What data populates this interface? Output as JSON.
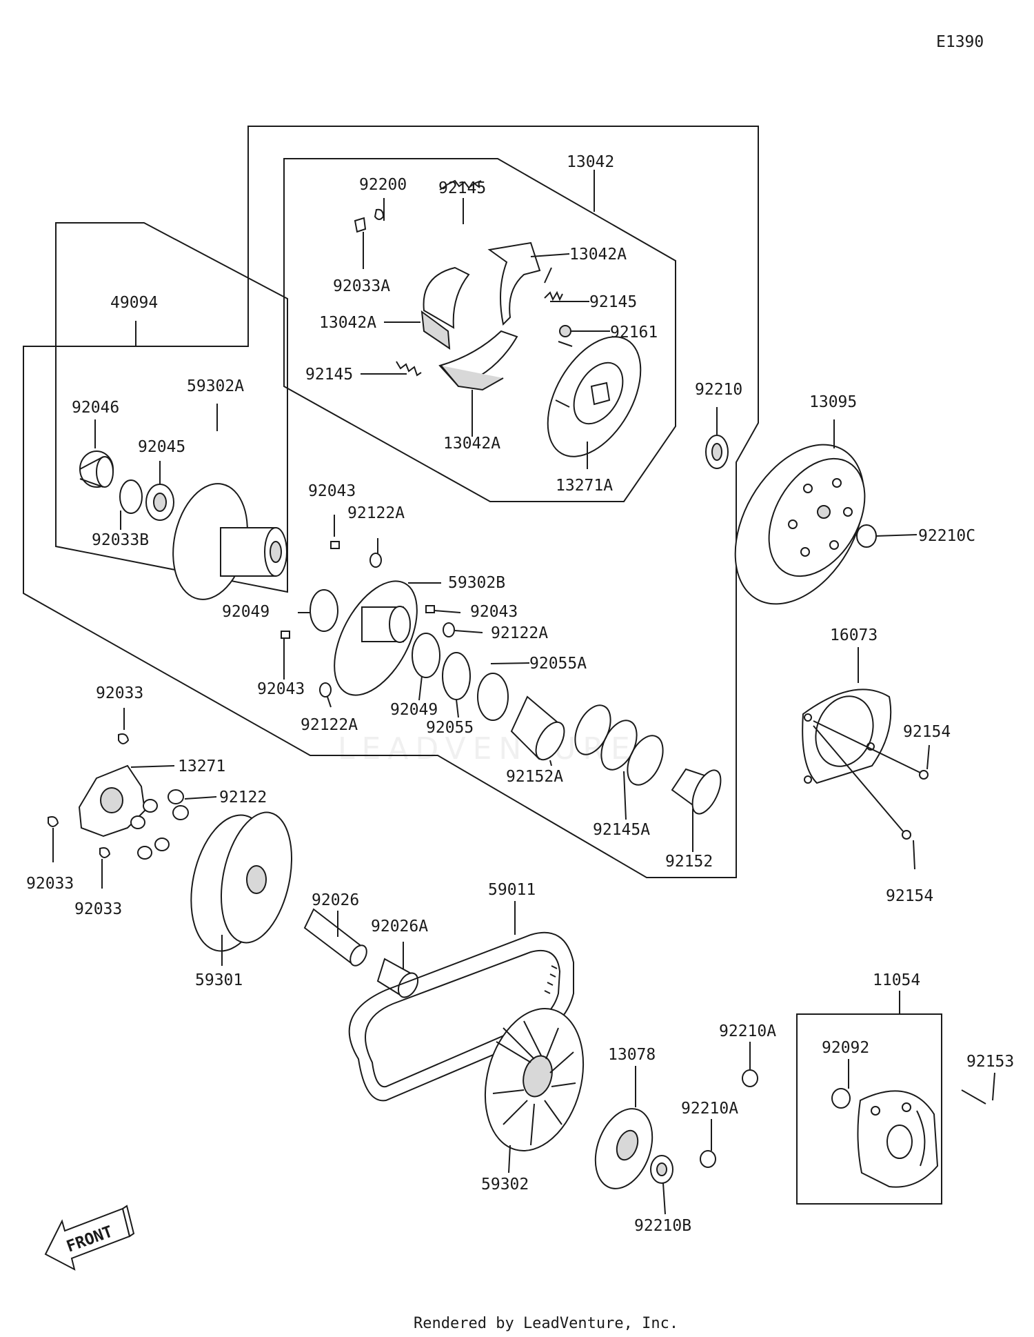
{
  "diagram_code": "E1390",
  "watermark": "LEADVENTURE",
  "front_arrow_text": "FRONT",
  "footer": "Rendered by LeadVenture, Inc.",
  "labels": [
    "13042",
    "92200",
    "92145",
    "13042A",
    "92033A",
    "92145",
    "13042A",
    "92161",
    "92145",
    "13042A",
    "13271A",
    "49094",
    "59302A",
    "92046",
    "92045",
    "92033B",
    "92210",
    "13095",
    "92210C",
    "92043",
    "92122A",
    "59302B",
    "92049",
    "92043",
    "92122A",
    "92043",
    "92122A",
    "92055A",
    "92049",
    "92055",
    "16073",
    "92154",
    "92033",
    "13271",
    "92122",
    "92152A",
    "92145A",
    "92152",
    "92033",
    "92033",
    "92154",
    "92026",
    "59011",
    "92026A",
    "59301",
    "11054",
    "92210A",
    "92092",
    "92153",
    "13078",
    "92210A",
    "59302",
    "92210B"
  ]
}
